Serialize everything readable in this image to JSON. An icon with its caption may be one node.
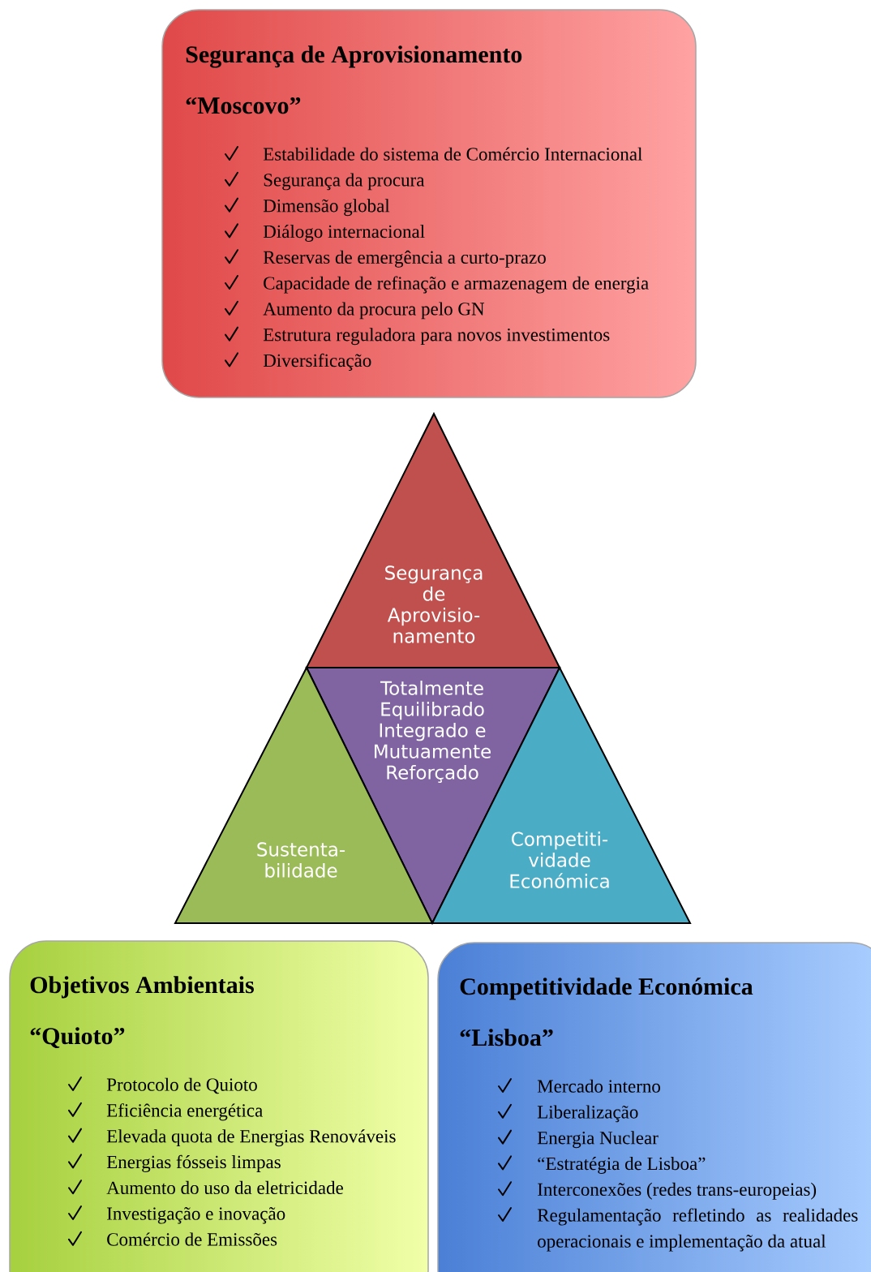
{
  "diagram": {
    "nodes": [
      {
        "text": [
          "Segurança de Aprovisionamento",
          "“Moscovo”",
          "Estabilidade do sistema de Comércio Internacional",
          "Segurança da procura",
          "Dimensão global",
          "Diálogo internacional",
          "Reservas de emergência a curto-prazo",
          "Capacidade de refinação e armazenagem de energia",
          "Aumento da procura pelo GN",
          "Estrutura reguladora para novos investimentos",
          "Diversificação"
        ]
      },
      {
        "text": [
          "Segurança de Aprovisio- namento"
        ]
      },
      {
        "text": [
          "Totalmente Equilibrado Integrado e Mutuamente Reforçado"
        ]
      },
      {
        "text": [
          "Sustenta- bilidade"
        ]
      },
      {
        "text": [
          "Competiti- vidade Económica"
        ]
      },
      {
        "text": [
          "Objetivos Ambientais",
          "“Quioto”",
          "Protocolo de Quioto",
          "Eficiência energética",
          "Elevada quota de Energias Renováveis",
          "Energias fósseis limpas",
          "Aumento do uso da eletricidade",
          "Investigação e inovação",
          "Comércio de Emissões"
        ]
      },
      {
        "text": [
          "Competitividade Económica",
          "“Lisboa”",
          "Mercado interno",
          "Liberalização",
          "Energia Nuclear",
          "“Estratégia de Lisboa”",
          "Interconexões (redes trans-europeias)",
          "Regulamentação refletindo as realidades operacionais e implementação da atual"
        ]
      }
    ]
  }
}
